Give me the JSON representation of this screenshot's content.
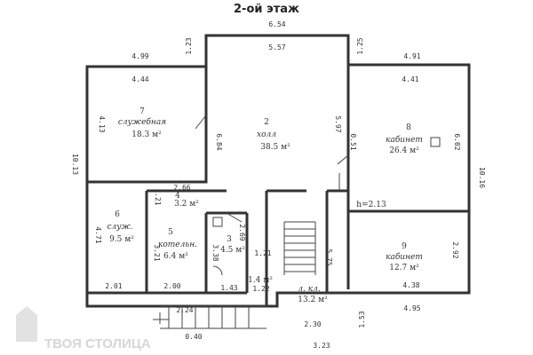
{
  "title": "2-ой этаж",
  "watermark": "ТВОЯ СТОЛИЦА",
  "rooms": [
    {
      "num": "7",
      "name": "служебная",
      "area": "18.3 м²"
    },
    {
      "num": "2",
      "name": "холл",
      "area": "38.5 м²"
    },
    {
      "num": "8",
      "name": "кабинет",
      "area": "26.4 м²"
    },
    {
      "num": "6",
      "name": "служ.",
      "area": "9.5 м²"
    },
    {
      "num": "4",
      "name": "",
      "area": "3.2 м²"
    },
    {
      "num": "5",
      "name": "котельн.",
      "area": "6.4 м²"
    },
    {
      "num": "3",
      "name": "",
      "area": "4.5 м²"
    },
    {
      "num": "9",
      "name": "кабинет",
      "area": "12.7 м²"
    },
    {
      "num": "",
      "name": "л. кл.",
      "area": "13.2 м²"
    },
    {
      "num": "",
      "name": "",
      "area": "1.4 м²"
    }
  ],
  "height_note": "h=2.13",
  "dimensions": [
    "6.54",
    "5.57",
    "1.23",
    "1.25",
    "4.99",
    "4.44",
    "4.91",
    "4.41",
    "4.13",
    "10.13",
    "6.84",
    "5.97",
    "0.51",
    "6.02",
    "10.16",
    "2.66",
    "1.21",
    "4.71",
    "3.21",
    "3.38",
    "2.69",
    "1.21",
    "5.75",
    "2.92",
    "2.01",
    "2.00",
    "1.43",
    "1.22",
    "4.38",
    "4.95",
    "1.53",
    "2.24",
    "0.40",
    "2.30",
    "3.23"
  ]
}
